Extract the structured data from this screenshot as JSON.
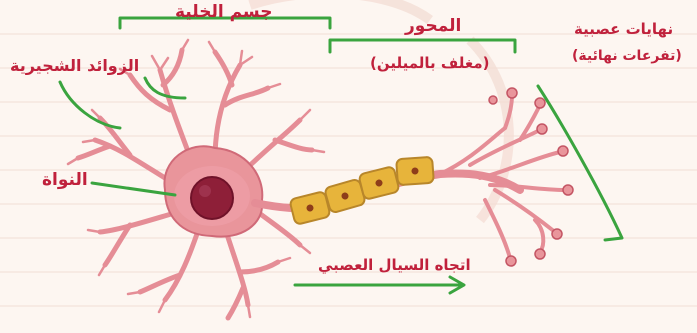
{
  "labels": {
    "cell_body": "جسم الخلية",
    "dendrites": "الزوائد الشجيرية",
    "nucleus": "النواة",
    "axon": "المحور",
    "myelin": "(مغلف بالميلين)",
    "terminals": "نهايات عصبية",
    "terminals_sub": "(تفرعات نهائية)",
    "impulse": "اتجاه السيال العصبي"
  },
  "colors": {
    "background": "#fdf6f1",
    "gridline": "#f1ddd5",
    "neuron_fill": "#e9959b",
    "neuron_stroke": "#c45564",
    "nucleus": "#8e1f38",
    "myelin": "#e7b43b",
    "myelin_stroke": "#b8862a",
    "label_text": "#c0213c",
    "bracket": "#3aa43f"
  }
}
